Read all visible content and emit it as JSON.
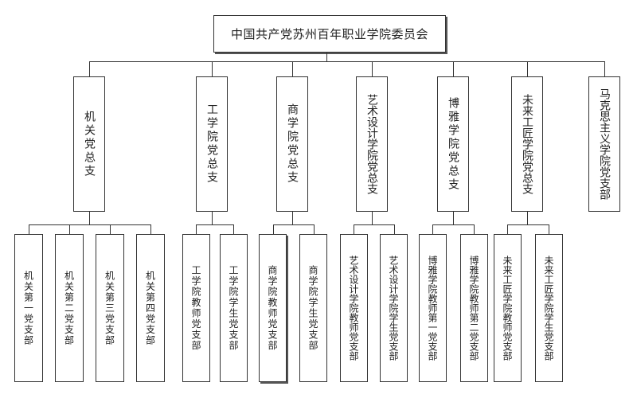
{
  "root": {
    "label": "中国共产党苏州百年职业学院委员会"
  },
  "branches": [
    {
      "label": "机关党总支",
      "children": [
        "机关第一党支部",
        "机关第二党支部",
        "机关第三党支部",
        "机关第四党支部"
      ]
    },
    {
      "label": "工学院党总支",
      "children": [
        "工学院教师党支部",
        "工学院学生党支部"
      ]
    },
    {
      "label": "商学院党总支",
      "children": [
        "商学院教师党支部",
        "商学院学生党支部"
      ]
    },
    {
      "label": "艺术设计学院党总支",
      "children": [
        "艺术设计学院教师党支部",
        "艺术设计学院学生党支部"
      ]
    },
    {
      "label": "博雅学院党总支",
      "children": [
        "博雅学院教师第一党支部",
        "博雅学院教师第二党支部"
      ]
    },
    {
      "label": "未来工匠学院党总支",
      "children": [
        "未来工匠学院教师党支部",
        "未来工匠学院学生党支部"
      ]
    },
    {
      "label": "马克思主义学院党支部",
      "children": []
    }
  ]
}
